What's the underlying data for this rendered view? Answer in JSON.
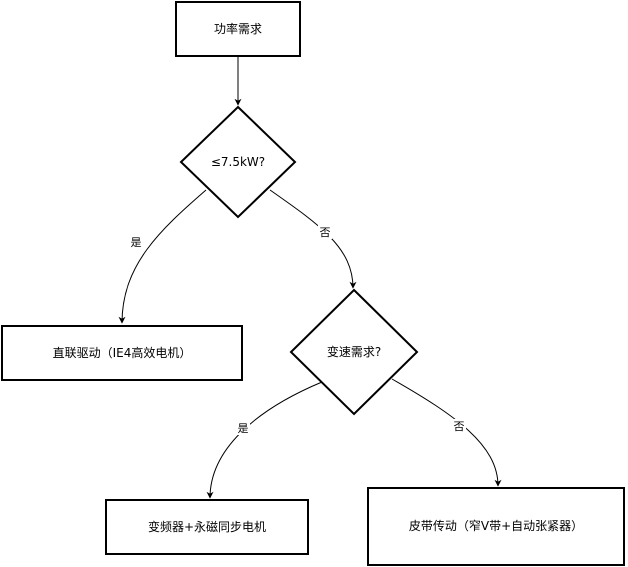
{
  "nodes": {
    "power_demand": {
      "label": "功率需求",
      "shape": "rect"
    },
    "power_check": {
      "label": "≤7.5kW?",
      "shape": "diamond"
    },
    "direct_drive": {
      "label": "直联驱动（IE4高效电机）",
      "shape": "rect"
    },
    "speed_check": {
      "label": "变速需求?",
      "shape": "diamond"
    },
    "vfd_pm": {
      "label": "变频器+永磁同步电机",
      "shape": "rect"
    },
    "belt_drive": {
      "label": "皮带传动（窄V带+自动张紧器）",
      "shape": "rect"
    }
  },
  "edges": {
    "demand_to_check": {
      "from": "power_demand",
      "to": "power_check",
      "label": ""
    },
    "check_yes": {
      "from": "power_check",
      "to": "direct_drive",
      "label": "是"
    },
    "check_no": {
      "from": "power_check",
      "to": "speed_check",
      "label": "否"
    },
    "speed_yes": {
      "from": "speed_check",
      "to": "vfd_pm",
      "label": "是"
    },
    "speed_no": {
      "from": "speed_check",
      "to": "belt_drive",
      "label": "否"
    }
  },
  "colors": {
    "stroke": "#000000",
    "fill": "#ffffff",
    "text": "#000000"
  }
}
